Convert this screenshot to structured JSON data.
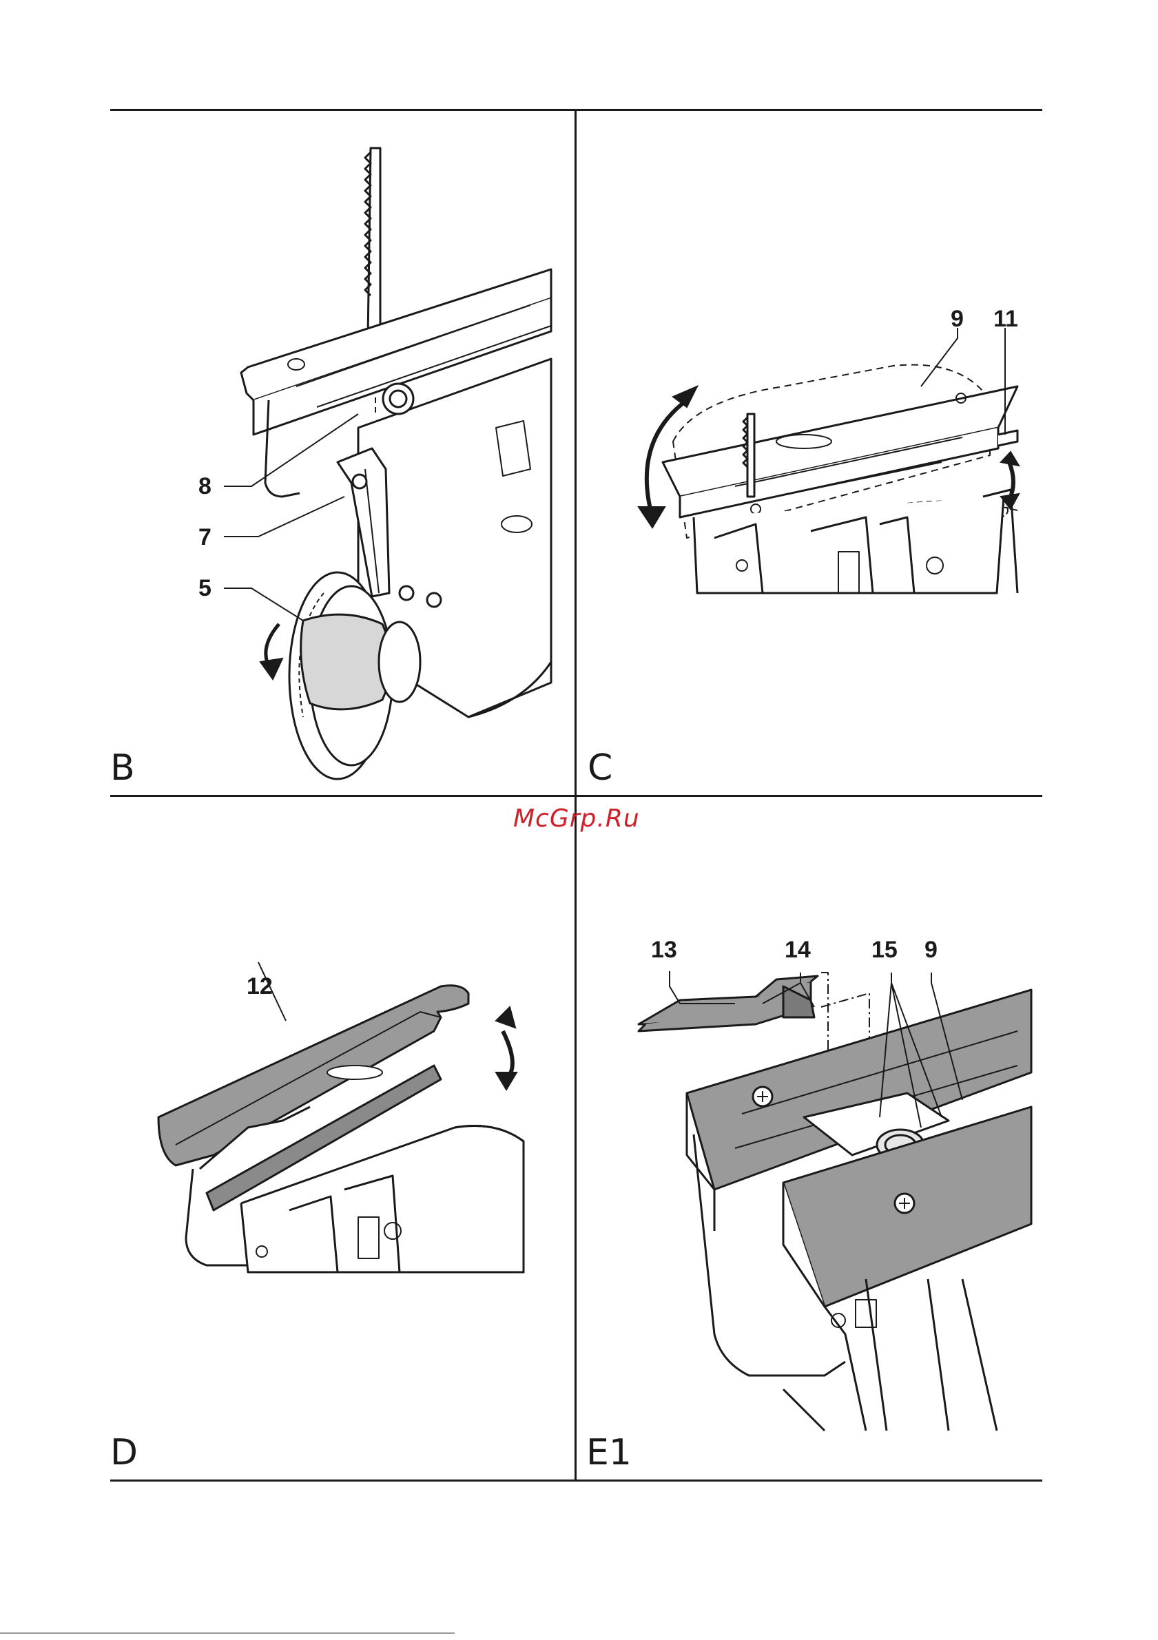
{
  "watermark": {
    "text": "McGrp.Ru",
    "color": "#d0202a"
  },
  "panels": [
    {
      "id": "B",
      "letter": "B",
      "callouts": [
        "8",
        "7",
        "5"
      ]
    },
    {
      "id": "C",
      "letter": "C",
      "callouts": [
        "9",
        "11"
      ]
    },
    {
      "id": "D",
      "letter": "D",
      "callouts": [
        "12"
      ]
    },
    {
      "id": "E1",
      "letter": "E1",
      "callouts": [
        "13",
        "14",
        "15",
        "9"
      ]
    }
  ],
  "icons": [
    "jigsaw-blade-icon",
    "rotate-arrow-icon",
    "screw-icon"
  ]
}
